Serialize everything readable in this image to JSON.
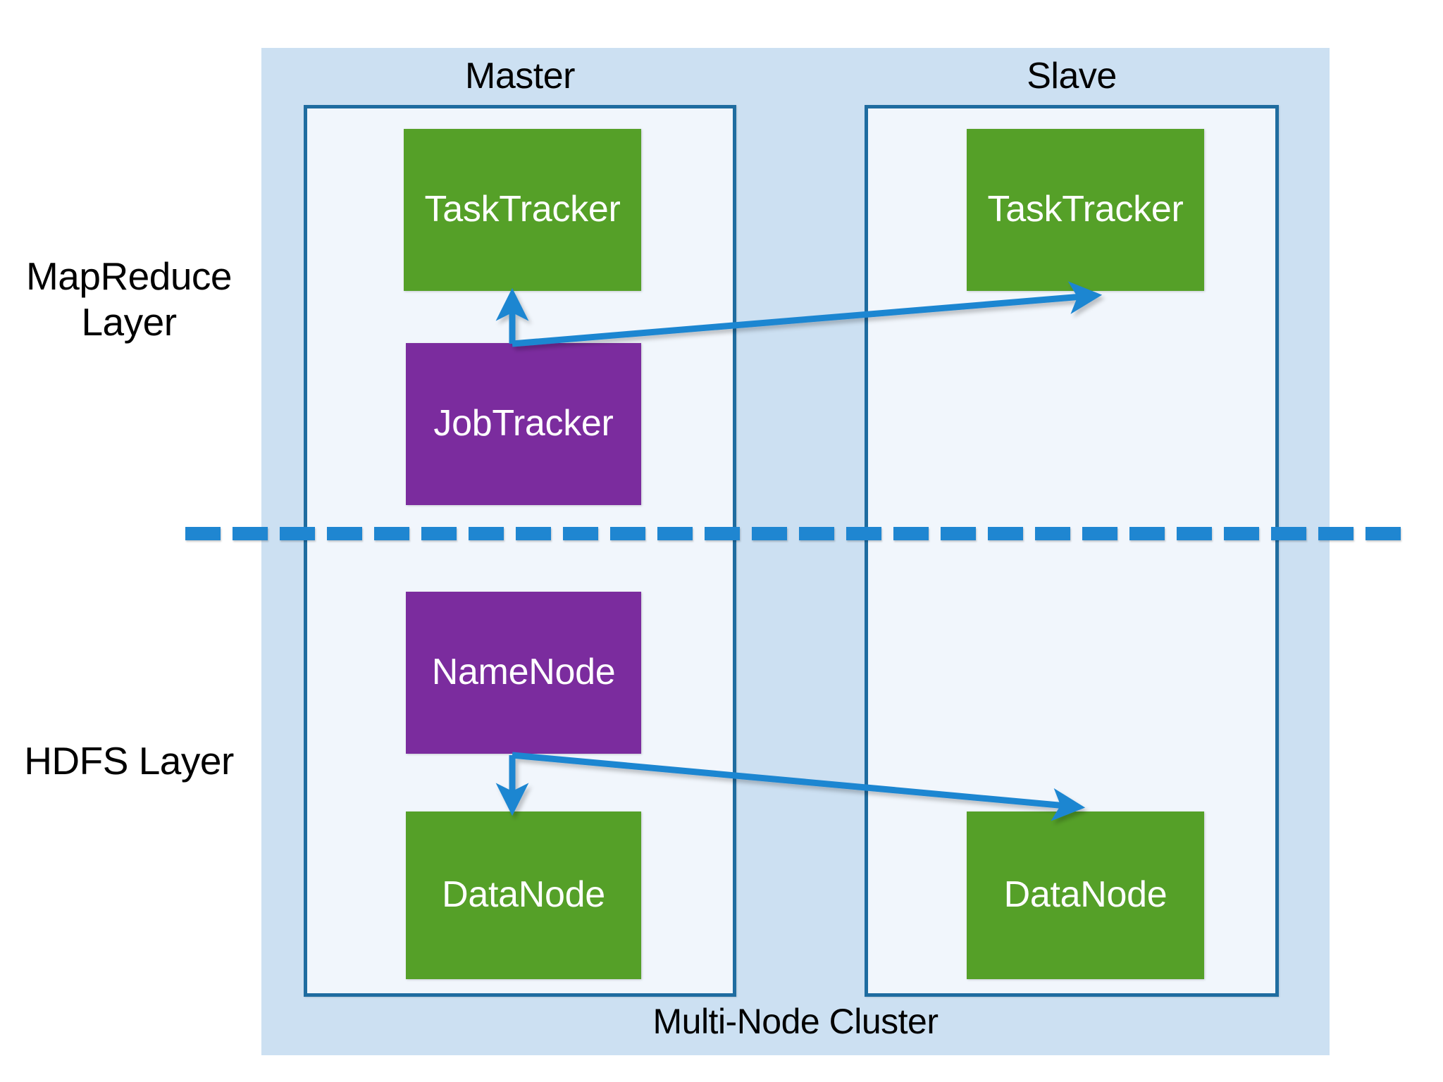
{
  "diagram": {
    "caption": "Multi-Node Cluster",
    "layers": [
      {
        "id": "mapreduce",
        "label": "MapReduce\nLayer"
      },
      {
        "id": "hdfs",
        "label": "HDFS Layer"
      }
    ],
    "nodes": [
      {
        "id": "master",
        "title": "Master"
      },
      {
        "id": "slave",
        "title": "Slave"
      }
    ],
    "components": [
      {
        "id": "tt-master",
        "label": "TaskTracker",
        "node": "master",
        "layer": "mapreduce",
        "color": "#55A028",
        "kind": "green"
      },
      {
        "id": "jt-master",
        "label": "JobTracker",
        "node": "master",
        "layer": "mapreduce",
        "color": "#7B2C9E",
        "kind": "purple"
      },
      {
        "id": "tt-slave",
        "label": "TaskTracker",
        "node": "slave",
        "layer": "mapreduce",
        "color": "#55A028",
        "kind": "green"
      },
      {
        "id": "nn-master",
        "label": "NameNode",
        "node": "master",
        "layer": "hdfs",
        "color": "#7B2C9E",
        "kind": "purple"
      },
      {
        "id": "dn-master",
        "label": "DataNode",
        "node": "master",
        "layer": "hdfs",
        "color": "#55A028",
        "kind": "green"
      },
      {
        "id": "dn-slave",
        "label": "DataNode",
        "node": "slave",
        "layer": "hdfs",
        "color": "#55A028",
        "kind": "green"
      }
    ],
    "connections": [
      {
        "id": "jt-to-tt-master",
        "from": "jt-master",
        "to": "tt-master",
        "style": "solid-arrow"
      },
      {
        "id": "jt-to-tt-slave",
        "from": "jt-master",
        "to": "tt-slave",
        "style": "solid-arrow"
      },
      {
        "id": "nn-to-dn-master",
        "from": "nn-master",
        "to": "dn-master",
        "style": "solid-arrow"
      },
      {
        "id": "nn-to-dn-slave",
        "from": "nn-master",
        "to": "dn-slave",
        "style": "solid-arrow"
      }
    ],
    "divider": {
      "id": "layer-divider",
      "style": "dashed",
      "color": "#1F86D1"
    },
    "colors": {
      "panel_background": "#CCE0F2",
      "node_background": "#F1F6FC",
      "node_border": "#1F6CA0",
      "component_green": "#55A028",
      "component_purple": "#7B2C9E",
      "arrow": "#1F86D1",
      "divider": "#1F86D1",
      "text_dark": "#000000",
      "text_light": "#FFFFFF"
    }
  }
}
